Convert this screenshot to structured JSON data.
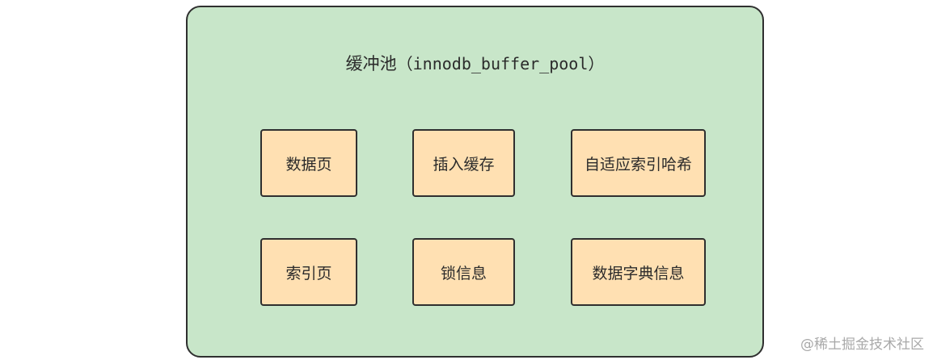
{
  "pool": {
    "title_cn": "缓冲池",
    "title_en": "（innodb_buffer_pool）"
  },
  "boxes": [
    {
      "label": "数据页"
    },
    {
      "label": "插入缓存"
    },
    {
      "label": "自适应索引哈希"
    },
    {
      "label": "索引页"
    },
    {
      "label": "锁信息"
    },
    {
      "label": "数据字典信息"
    }
  ],
  "watermark": "@稀土掘金技术社区",
  "colors": {
    "pool_fill": "#c8e6c9",
    "box_fill": "#ffe0b2",
    "border": "#2f2f2f",
    "watermark": "#a9a9a9"
  }
}
